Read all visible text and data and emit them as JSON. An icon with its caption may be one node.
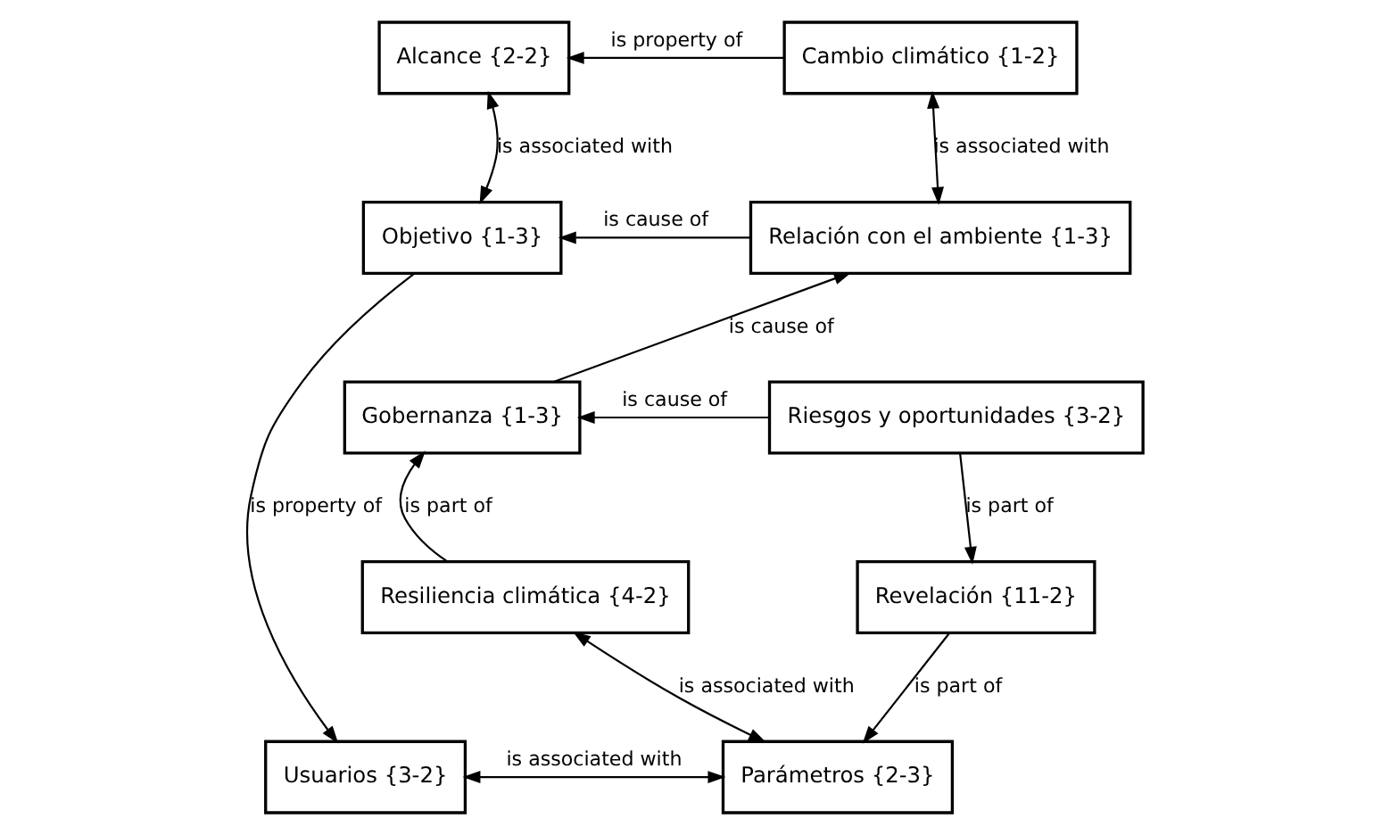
{
  "diagram": {
    "nodes": [
      {
        "text": [
          "Alcance {2-2}"
        ]
      },
      {
        "text": [
          "Cambio climático {1-2}"
        ]
      },
      {
        "text": [
          "Objetivo {1-3}"
        ]
      },
      {
        "text": [
          "Relación con el ambiente {1-3}"
        ]
      },
      {
        "text": [
          "Gobernanza {1-3}"
        ]
      },
      {
        "text": [
          "Riesgos y oportunidades {3-2}"
        ]
      },
      {
        "text": [
          "Resiliencia climática {4-2}"
        ]
      },
      {
        "text": [
          "Revelación {11-2}"
        ]
      },
      {
        "text": [
          "Usuarios {3-2}"
        ]
      },
      {
        "text": [
          "Parámetros {2-3}"
        ]
      }
    ],
    "edges": [
      {
        "from": 1,
        "to": 0,
        "arrow": "to",
        "label": "is property of"
      },
      {
        "from": 0,
        "to": 2,
        "arrow": "both",
        "label": "is associated with"
      },
      {
        "from": 1,
        "to": 3,
        "arrow": "both",
        "label": "is associated with"
      },
      {
        "from": 3,
        "to": 2,
        "arrow": "to",
        "label": "is cause of"
      },
      {
        "from": 4,
        "to": 3,
        "arrow": "to",
        "label": "is cause of"
      },
      {
        "from": 5,
        "to": 4,
        "arrow": "to",
        "label": "is cause of"
      },
      {
        "from": 6,
        "to": 4,
        "arrow": "to",
        "label": "is part of"
      },
      {
        "from": 5,
        "to": 7,
        "arrow": "to",
        "label": "is part of"
      },
      {
        "from": 2,
        "to": 8,
        "arrow": "to",
        "label": "is property of"
      },
      {
        "from": 6,
        "to": 9,
        "arrow": "both",
        "label": "is associated with"
      },
      {
        "from": 7,
        "to": 9,
        "arrow": "to",
        "label": "is part of"
      },
      {
        "from": 8,
        "to": 9,
        "arrow": "both",
        "label": "is associated with"
      }
    ]
  }
}
